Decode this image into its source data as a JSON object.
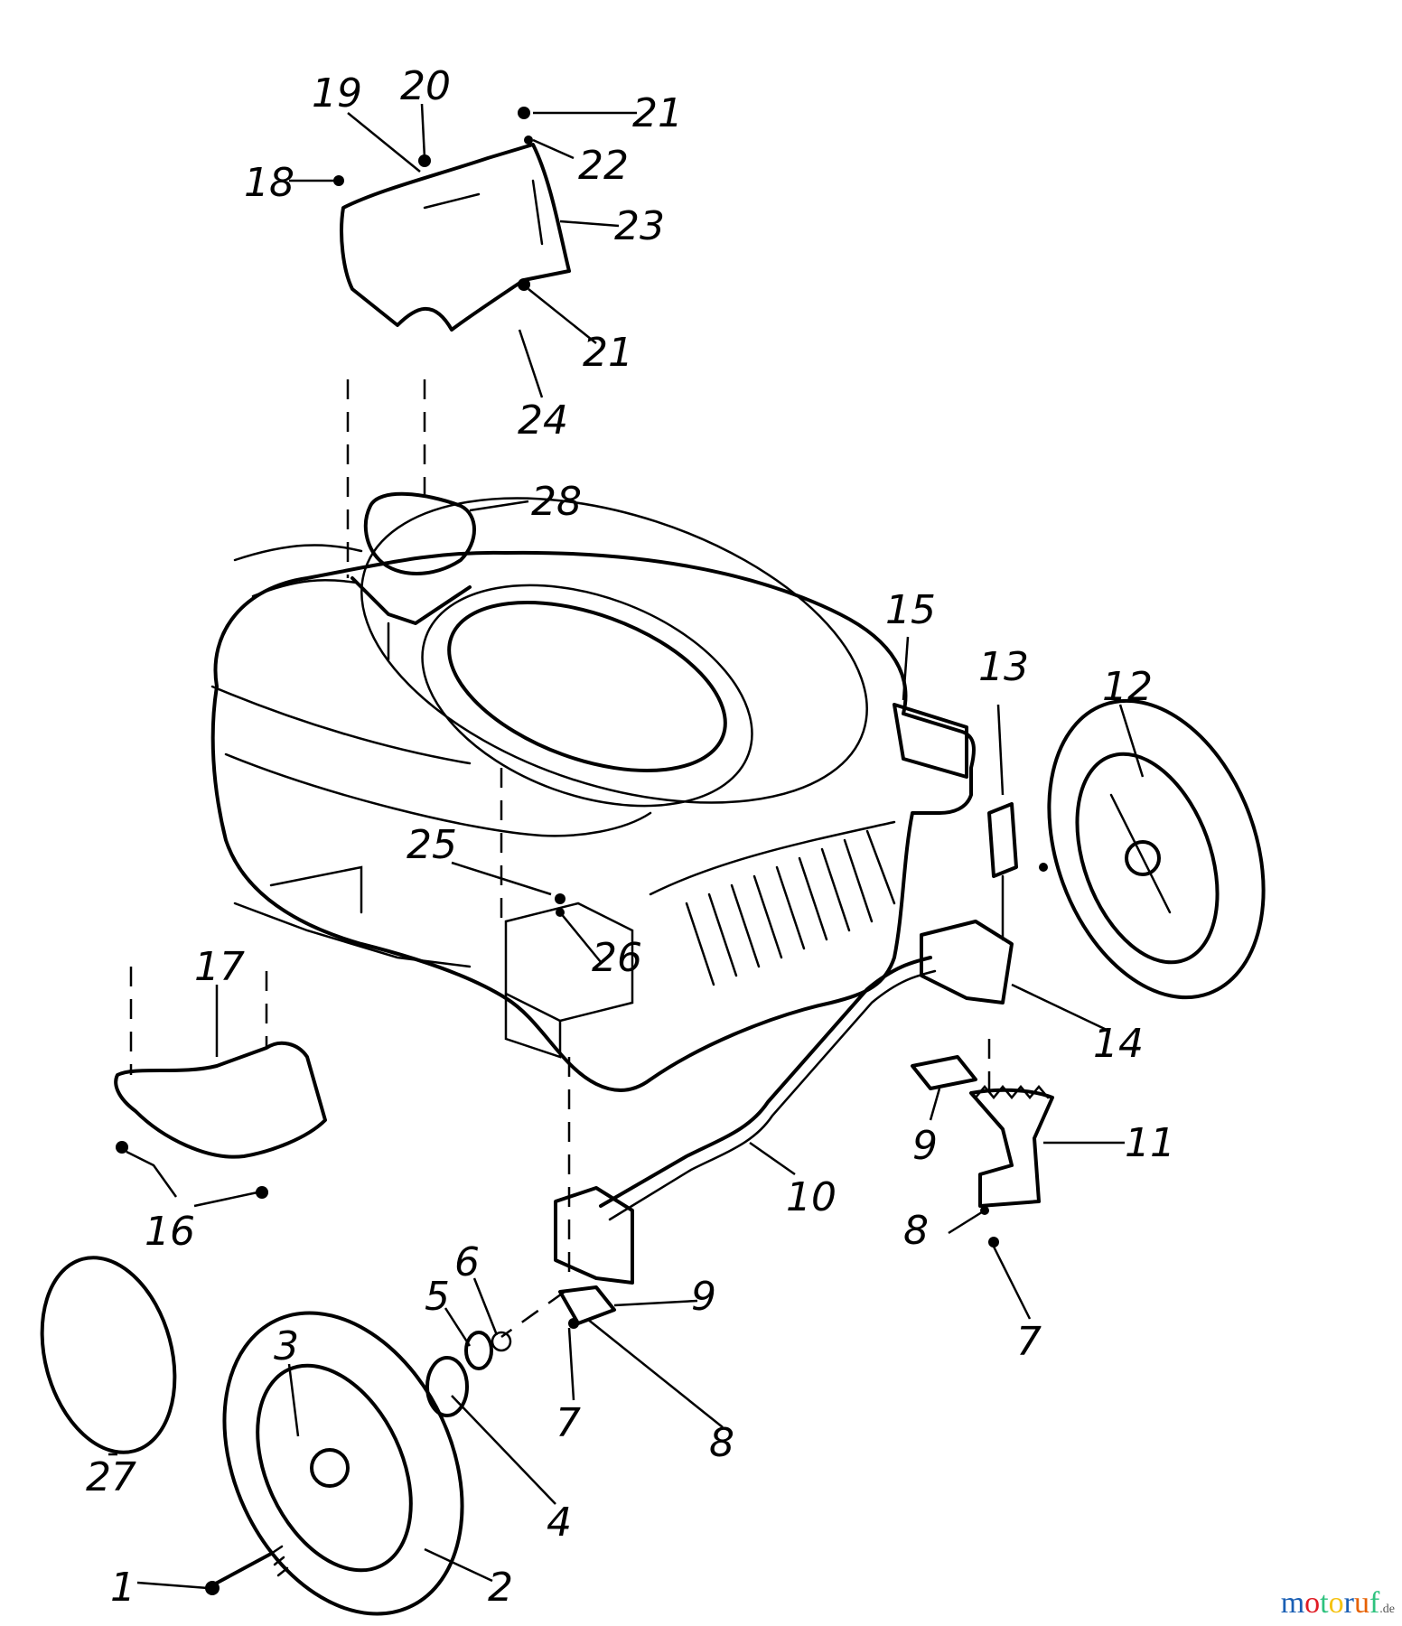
{
  "diagram": {
    "callouts": [
      {
        "id": "1",
        "label": "1"
      },
      {
        "id": "2",
        "label": "2"
      },
      {
        "id": "3",
        "label": "3"
      },
      {
        "id": "4",
        "label": "4"
      },
      {
        "id": "5",
        "label": "5"
      },
      {
        "id": "6",
        "label": "6"
      },
      {
        "id": "7a",
        "label": "7"
      },
      {
        "id": "7b",
        "label": "7"
      },
      {
        "id": "8a",
        "label": "8"
      },
      {
        "id": "8b",
        "label": "8"
      },
      {
        "id": "9a",
        "label": "9"
      },
      {
        "id": "9b",
        "label": "9"
      },
      {
        "id": "10",
        "label": "10"
      },
      {
        "id": "11",
        "label": "11"
      },
      {
        "id": "12",
        "label": "12"
      },
      {
        "id": "13",
        "label": "13"
      },
      {
        "id": "14",
        "label": "14"
      },
      {
        "id": "15",
        "label": "15"
      },
      {
        "id": "16",
        "label": "16"
      },
      {
        "id": "17",
        "label": "17"
      },
      {
        "id": "18",
        "label": "18"
      },
      {
        "id": "19",
        "label": "19"
      },
      {
        "id": "20",
        "label": "20"
      },
      {
        "id": "21a",
        "label": "21"
      },
      {
        "id": "21b",
        "label": "21"
      },
      {
        "id": "22",
        "label": "22"
      },
      {
        "id": "23",
        "label": "23"
      },
      {
        "id": "24",
        "label": "24"
      },
      {
        "id": "25",
        "label": "25"
      },
      {
        "id": "26",
        "label": "26"
      },
      {
        "id": "27",
        "label": "27"
      },
      {
        "id": "28",
        "label": "28"
      }
    ]
  },
  "watermark": {
    "m": "m",
    "o1": "o",
    "t": "t",
    "o2": "o",
    "r": "r",
    "u": "u",
    "f": "f",
    "suffix": ".de",
    "colors": {
      "m": "#1a5fb4",
      "o1": "#e01b24",
      "t": "#2ec27e",
      "o2": "#f5c211",
      "r": "#1a5fb4",
      "u": "#e66100",
      "f": "#2ec27e",
      "suffix": "#555555"
    }
  }
}
